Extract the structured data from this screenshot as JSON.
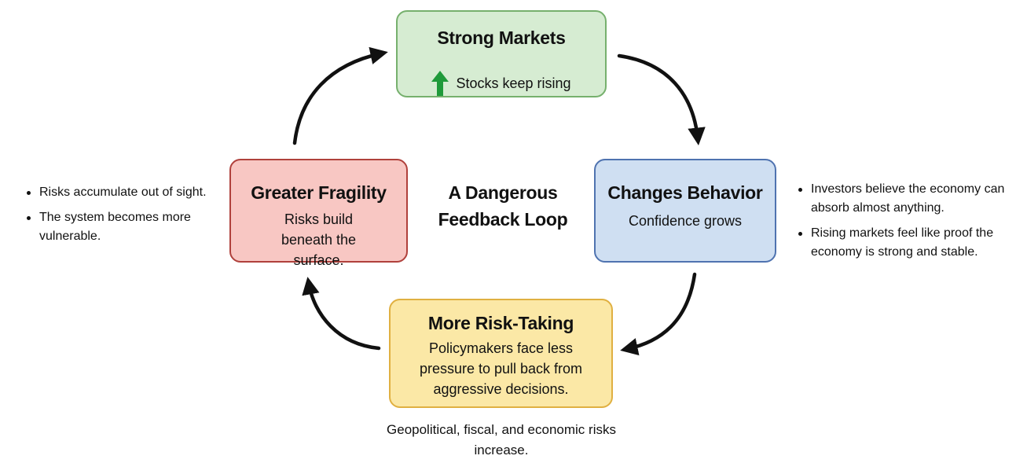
{
  "center_title": "A Dangerous Feedback Loop",
  "nodes": {
    "strong_markets": {
      "title": "Strong Markets",
      "subtitle": "Stocks keep rising",
      "icon": "green-up-arrow-icon",
      "color": "#d6ecd2"
    },
    "changes_behavior": {
      "title": "Changes Behavior",
      "subtitle": "Confidence grows",
      "color": "#cfdff2"
    },
    "more_risk_taking": {
      "title": "More Risk-Taking",
      "subtitle": "Policymakers face less pressure to pull back from aggressive decisions.",
      "color": "#fbe8a6"
    },
    "greater_fragility": {
      "title": "Greater Fragility",
      "subtitle": "Risks build beneath the surface.",
      "color": "#f8c7c3"
    }
  },
  "left_notes": [
    "Risks accumulate out of sight.",
    "The system becomes more vulnerable."
  ],
  "right_notes": [
    "Investors believe the economy can absorb almost anything.",
    "Rising markets feel like proof the economy is strong and stable."
  ],
  "bottom_note": "Geopolitical, fiscal, and economic risks increase.",
  "edges": [
    {
      "from": "strong_markets",
      "to": "changes_behavior"
    },
    {
      "from": "changes_behavior",
      "to": "more_risk_taking"
    },
    {
      "from": "more_risk_taking",
      "to": "greater_fragility"
    },
    {
      "from": "greater_fragility",
      "to": "strong_markets"
    }
  ]
}
